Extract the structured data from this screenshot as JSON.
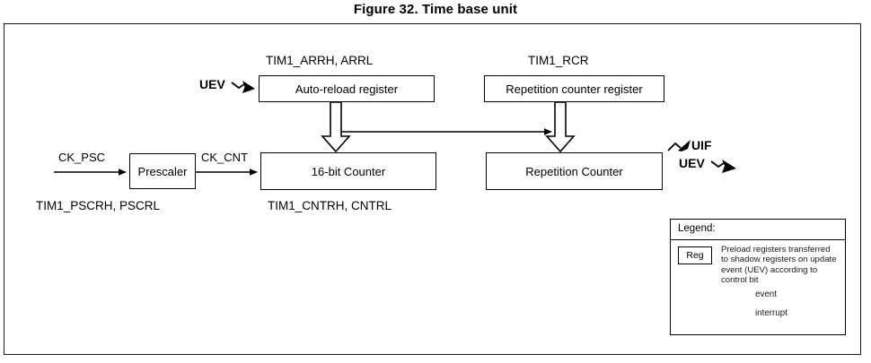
{
  "figure": {
    "title": "Figure 32. Time base unit"
  },
  "blocks": {
    "auto_reload": "Auto-reload register",
    "repetition_register": "Repetition counter register",
    "prescaler": "Prescaler",
    "counter": "16-bit Counter",
    "repetition_counter": "Repetition Counter"
  },
  "captions": {
    "arr": "TIM1_ARRH, ARRL",
    "rcr": "TIM1_RCR",
    "psc": "TIM1_PSCRH, PSCRL",
    "cnt": "TIM1_CNTRH, CNTRL"
  },
  "signals": {
    "uev_in": "UEV",
    "ck_psc": "CK_PSC",
    "ck_cnt": "CK_CNT",
    "uif_out": "UIF",
    "uev_out": "UEV"
  },
  "legend": {
    "title": "Legend:",
    "reg_label": "Reg",
    "reg_description": "Preload registers transferred to shadow registers on update event (UEV) according to control bit",
    "event_label": "event",
    "interrupt_label": "interrupt"
  },
  "colors": {
    "frame_border": "#1b1b22",
    "box_border": "#000000",
    "shadow": "#8a8a8a",
    "wire": "#000000",
    "background": "#ffffff"
  }
}
